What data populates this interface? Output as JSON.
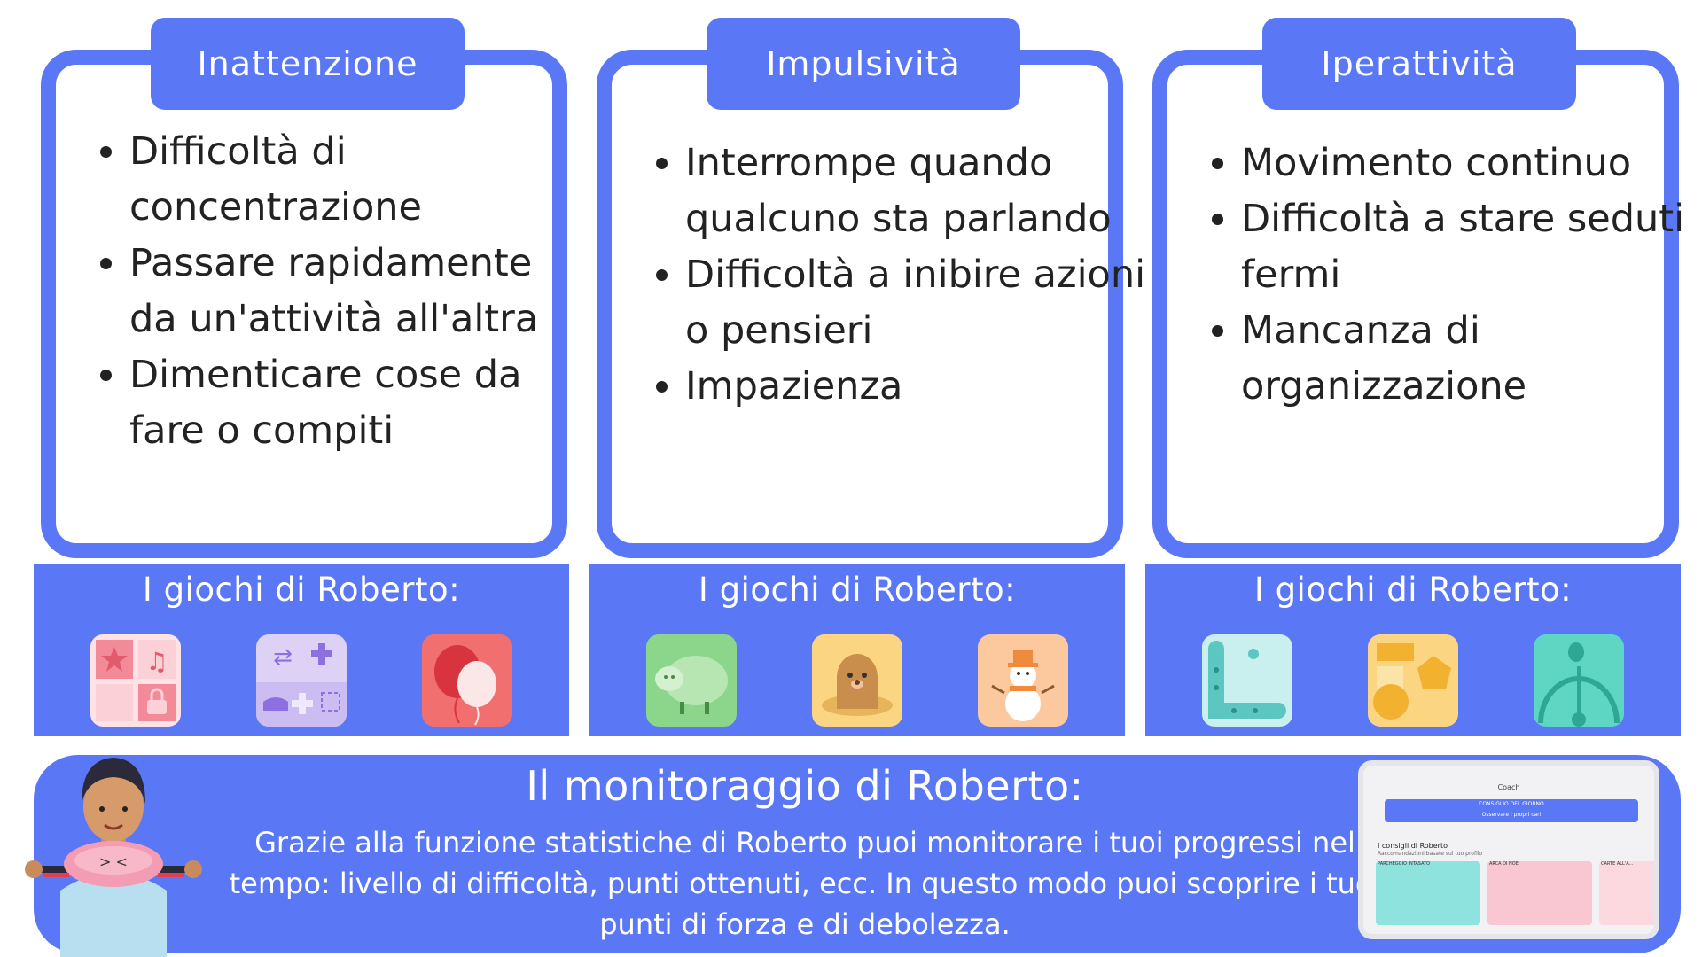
{
  "columns": [
    {
      "title": "Inattenzione",
      "bullets": [
        "Difficoltà di concentrazione",
        "Passare rapidamente da un'attività all'altra",
        "Dimenticare cose da fare o compiti"
      ],
      "games_title": "I giochi di Roberto:"
    },
    {
      "title": "Impulsività",
      "bullets": [
        "Interrompe quando qualcuno sta parlando",
        "Difficoltà a inibire azioni o pensieri",
        "Impazienza"
      ],
      "games_title": "I giochi di Roberto:"
    },
    {
      "title": "Iperattività",
      "bullets": [
        "Movimento continuo",
        "Difficoltà a stare seduti fermi",
        "Mancanza di organizzazione"
      ],
      "games_title": "I giochi di Roberto:"
    }
  ],
  "monitor": {
    "title": "Il monitoraggio di Roberto:",
    "text": "Grazie alla funzione statistiche di Roberto puoi monitorare i tuoi progressi nel tempo: livello di difficoltà, punti ottenuti, ecc. In questo modo puoi scoprire i tuoi punti di forza e di debolezza."
  },
  "tablet": {
    "title": "Coach",
    "banner": "CONSIGLIO DEL GIORNO",
    "banner_sub": "Osservare i propri cari",
    "section": "I consigli di Roberto",
    "subsection": "Raccomandazioni basate sul tuo profilo",
    "card1": "PARCHEGGIO INTASATO",
    "card2": "ARCA DI NOE",
    "card3": "CARTE ALL'A..."
  },
  "colors": {
    "accent": "#5a78f5",
    "card_bg": "#ffffff"
  },
  "icons": [
    "cards-grid-icon",
    "shapes-puzzle-icon",
    "balloons-icon",
    "sheep-icon",
    "mole-icon",
    "snowman-icon",
    "snake-icon",
    "shapes-icon",
    "swing-icon"
  ]
}
